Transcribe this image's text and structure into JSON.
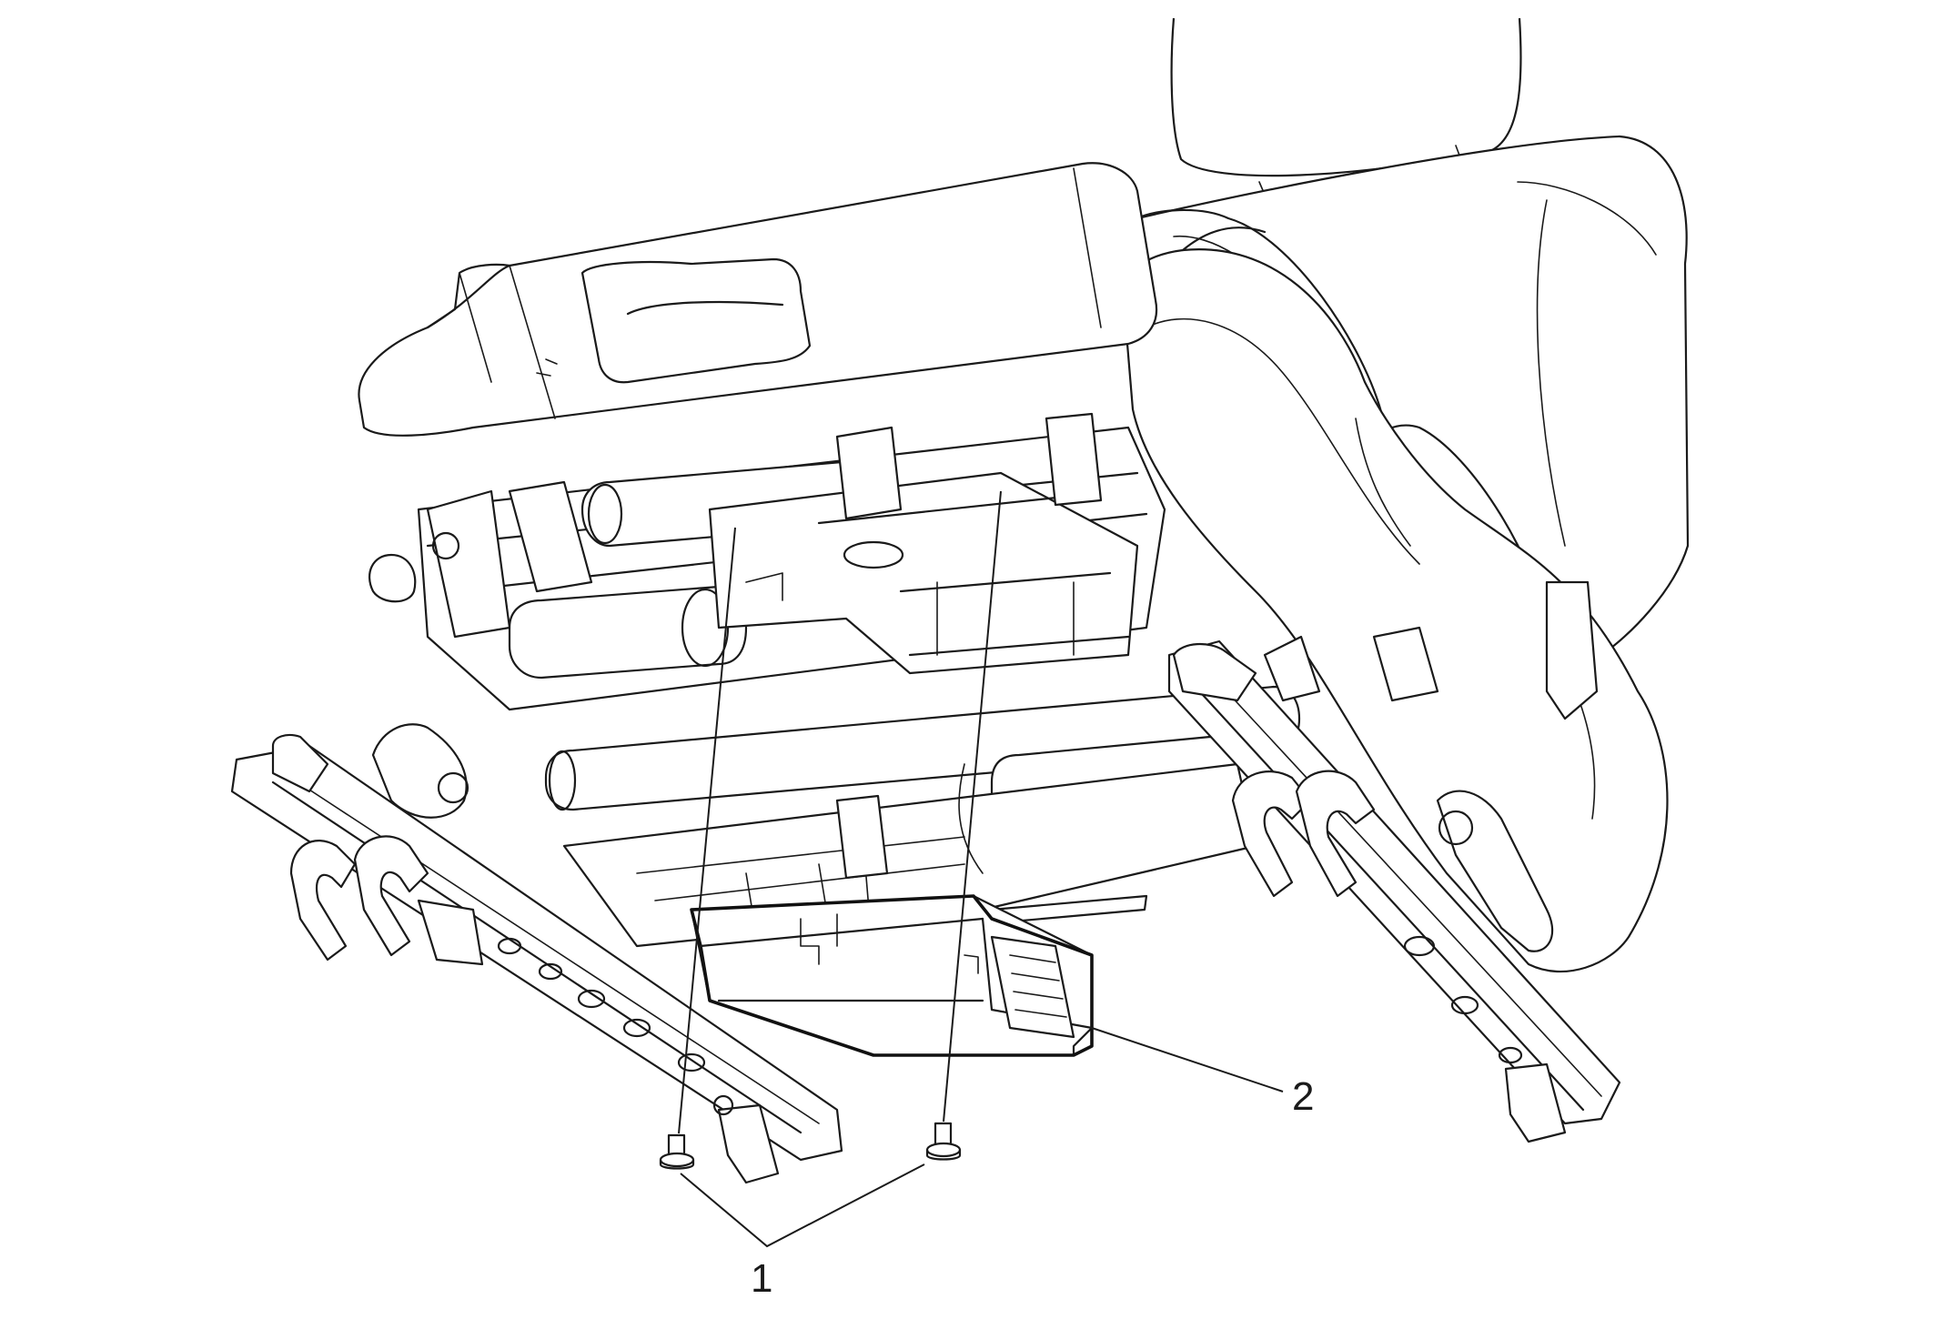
{
  "callouts": {
    "fasteners": {
      "number": "1",
      "part": "bolt"
    },
    "module": {
      "number": "2",
      "part": "module"
    }
  },
  "colors": {
    "line": "#1a1a1a",
    "background": "#ffffff"
  }
}
